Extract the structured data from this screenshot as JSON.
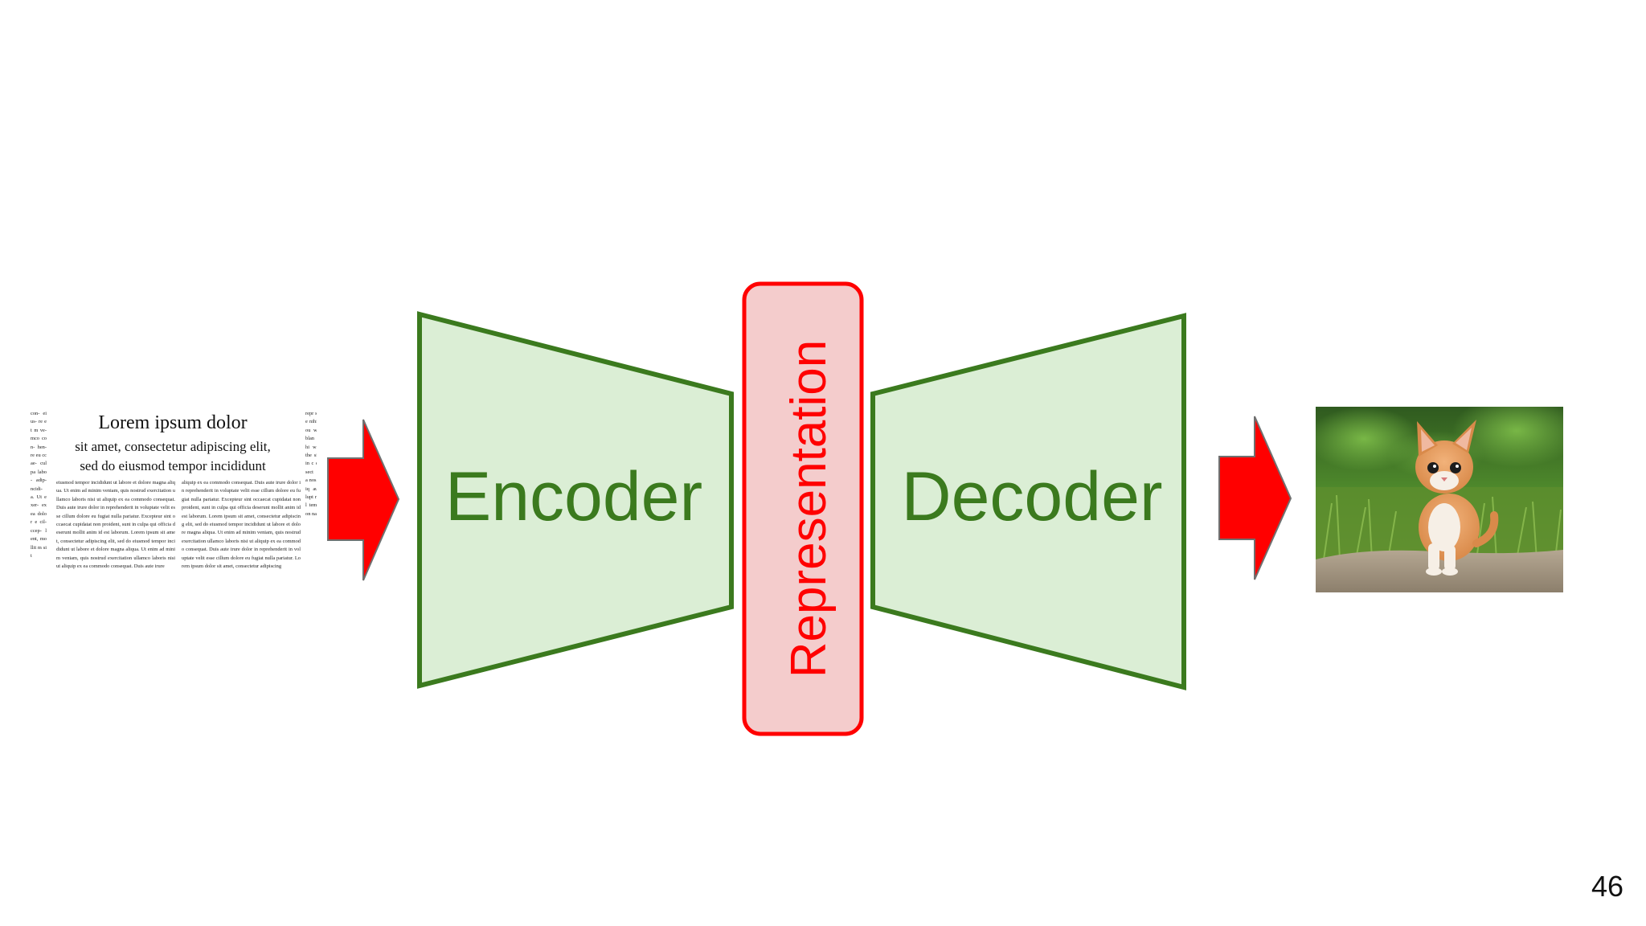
{
  "slide": {
    "number": "46"
  },
  "diagram": {
    "encoder_label": "Encoder",
    "decoder_label": "Decoder",
    "representation_label": "Representation"
  },
  "input_document": {
    "title": "Lorem ipsum dolor",
    "subtitle_line1": "sit amet, consectetur adipiscing elit,",
    "subtitle_line2": "sed do eiusmod tempor incididunt",
    "column1": "eiusmod tempor incididunt ut labore et dolore magna aliqua. Ut enim ad minim veniam, quis nostrud exercitation ullamco laboris nisi ut aliquip ex ea commodo consequat. Duis aute irure dolor in reprehenderit in voluptate velit esse cillum dolore eu fugiat nulla pariatur. Excepteur sint occaecat cupidatat non proident, sunt in culpa qui officia deserunt mollit anim id est laborum. Lorem ipsum sit amet, consectetur adipiscing elit, sed do eiusmod tempor incididunt ut labore et dolore magna aliqua. Ut enim ad minim veniam, quis nostrud exercitation ullamco laboris nisi ut aliquip ex ea commodo consequat. Duis aute irure",
    "column2": "aliquip ex ea commodo consequat. Duis aute irure dolor in reprehenderit in voluptate velit esse cillum dolore eu fugiat nulla pariatur. Excepteur sint occaecat cupidatat non proident, sunt in culpa qui officia deserunt mollit anim id est laborum. Lorem ipsum sit amet, consectetur adipiscing elit, sed do eiusmod tempor incididunt ut labore et dolore magna aliqua. Ut enim ad minim veniam, quis nostrud exercitation ullamco laboris nisi ut aliquip ex ea commodo consequat. Duis aute irure dolor in reprehenderit in voluptate velit esse cillum dolore eu fugiat nulla pariatur. Lorem ipsum dolor sit amet, consectetur adipiscing",
    "left_edge": "con- eius- re et m ve- mco con- hen- re eu ccae- culpa labo- adip- ncidi- a. Ut exer- ex ea dolor e cil- ccep- lent, mollit m sit",
    "right_edge": "repr sore nihi cou was blan whi wait the sint in c est sect na a nos aliq aute lupt null tem con na a"
  },
  "colors": {
    "encoder_fill": "#dbeed5",
    "encoder_stroke": "#3b7a1e",
    "label_green": "#3b7a1e",
    "representation_fill": "#f4cccc",
    "representation_stroke": "#ff0000",
    "representation_text": "#ff0000",
    "arrow_fill": "#ff0000",
    "arrow_stroke": "#707070"
  },
  "icons": {
    "arrow_in": "right-arrow-icon",
    "arrow_out": "right-arrow-icon"
  }
}
